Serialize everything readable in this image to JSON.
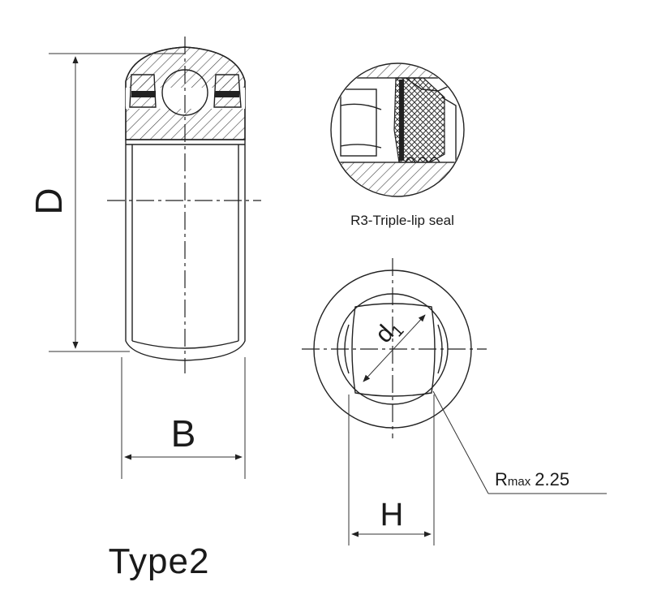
{
  "labels": {
    "outer_diameter": "D",
    "width": "B",
    "bore": "d",
    "bore_sub": "1",
    "hex_size": "H",
    "radius_prefix": "R",
    "radius_sub": "max",
    "radius_value": "2.25",
    "seal_caption": "R3-Triple-lip seal",
    "type_label": "Type2"
  }
}
